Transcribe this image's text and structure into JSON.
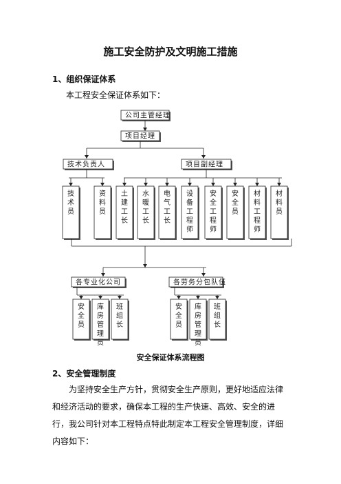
{
  "document": {
    "title": "施工安全防护及文明施工措施",
    "section1": {
      "heading": "1、组织保证体系",
      "intro": "本工程安全保证体系如下："
    },
    "chart": {
      "caption": "安全保证体系流程图",
      "top": "公司主管经理",
      "pm": "项目经理",
      "tech_lead": "技术负责人",
      "deputy_pm": "项目副经理",
      "tech_staff": [
        "技术员",
        "资料员"
      ],
      "deputy_staff": [
        "土建工长",
        "水暖工长",
        "电气工长",
        "设备工程师",
        "安全工程师",
        "安全员",
        "材料工程师",
        "材料员"
      ],
      "contractor_groups": [
        {
          "name": "各专业化公司",
          "members": [
            "安全员",
            "库房管理员",
            "班组长"
          ]
        },
        {
          "name": "各劳务分包队伍",
          "members": [
            "安全员",
            "库房管理员",
            "班组长"
          ]
        }
      ]
    },
    "section2": {
      "heading": "2、安全管理制度",
      "body": "为坚持安全生产方针，贯彻安全生产原则，更好地适应法律和经济活动的要求，确保本工程的生产快速、高效、安全的进行，我公司针对本工程特点特此制定本工程安全管理制度，详细内容如下："
    }
  }
}
